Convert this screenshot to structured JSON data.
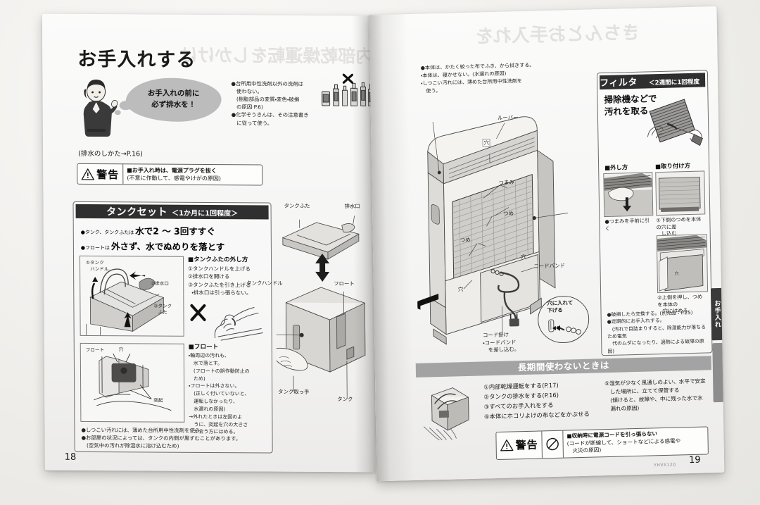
{
  "document": {
    "type": "instruction-manual-spread",
    "language": "ja"
  },
  "left_page": {
    "number": "18",
    "title": "お手入れする",
    "mascot_bubble": "お手入れの前に\n必ず排水を！",
    "bubble_line1": "お手入れの前に",
    "bubble_line2": "必ず排水を！",
    "notes": [
      "●台所用中性洗剤以外の洗剤は",
      "　使わない。",
      "　(樹脂部品の変質・変色・破損",
      "　の原因·P.6)",
      "●化学ぞうきんは、その注意書き",
      "　に従って使う。"
    ],
    "drain_ref": "(排水のしかた→P.16)",
    "warning": {
      "label": "警告",
      "line1": "■お手入れ時は、電源プラグを抜く",
      "line2": "(不意に作動して、感電やけがの原因)"
    },
    "tank_section": {
      "header_main": "タンクセット",
      "header_sub": "＜1か月に1回程度＞",
      "bullet1_small": "●タンク、タンクふたは",
      "bullet1_big": "水で2 ～ 3回すすぐ",
      "bullet2_small": "●フロートは",
      "bullet2_big": "外さず、水でぬめりを落とす",
      "lid_removal": {
        "heading": "■タンクふたの外し方",
        "steps": [
          "①タンクハンドルを上げる",
          "②排水口を開ける",
          "③タンクふたを引き上げる",
          "・排水口は引っ張らない。"
        ]
      },
      "fig_labels": {
        "l1": "①タンク",
        "l1b": "ハンドル",
        "l2": "②排水口",
        "l3": "③タンク",
        "l3b": "ふた"
      },
      "float": {
        "heading": "■フロート",
        "lines": [
          "・軸周辺の汚れも、",
          "　水で落とす。",
          "　(フロートの誤作動防止の",
          "　ため)",
          "・フロートは外さない。",
          "　(正しく付いていないと、",
          "　運転しなかったり、",
          "　水漏れの原因)",
          "→外れたときは左図のよ",
          "　うに、突起を穴の大きさ",
          "　が合う方にはめる。"
        ],
        "fig_label_1": "フロート",
        "fig_label_2": "穴",
        "fig_label_3": "突起"
      },
      "footer_notes": [
        "●しつこい汚れには、薄めた台所用中性洗剤を使う。",
        "●お部屋の状況によっては、タンクの内側が黒ずむことがあります。",
        "　(空気中の汚れが除湿水に溶け込むため)"
      ]
    },
    "tank_diagram_labels": {
      "lid": "タンクふた",
      "drain_port": "排水口",
      "handle": "タンクハンドル",
      "float": "フロート",
      "grip": "タンク取っ手",
      "tank": "タンク"
    }
  },
  "right_page": {
    "number": "19",
    "model_code": "YHVX120",
    "side_tab": "お手入れ",
    "body_notes": [
      "●本体は、かたく絞った布でふき、から拭きする。",
      "・本体は、寝かせない。(水漏れの原因)",
      "・しつこい汚れには、薄めた台所用中性洗剤を",
      "　使う。"
    ],
    "unit_labels": {
      "louver": "ルーバー",
      "hole": "穴",
      "knob": "つまみ",
      "claw": "つめ",
      "cord_band": "コードバンド",
      "cord_hook_1": "コード掛け",
      "cord_hook_2": "・コードバンド",
      "cord_hook_3": "　を差し込む。",
      "callout_1": "穴に入れて",
      "callout_2": "下げる"
    },
    "filter_section": {
      "header_main": "フィルター",
      "header_sub": "＜2週間に1回程度＞",
      "lead_1": "掃除機などで",
      "lead_2": "汚れを取る",
      "remove_heading": "■外し方",
      "remove_caption": "●つまみを手前に引く",
      "attach_heading": "■取り付け方",
      "attach_caption_1": "①下側のつめを本体の穴に差",
      "attach_caption_1b": "　し込む",
      "attach_caption_2": "②上側を押し、つめを本体の",
      "attach_caption_2b": "　穴にはめる",
      "notes": [
        "●破損したら交換する。(別売品：P.25)",
        "●定期的にお手入れする。",
        "　(汚れで目詰まりすると、除湿能力が落ちるため電気",
        "　代のムダになったり、過熱による故障の原因)"
      ]
    },
    "longterm_section": {
      "header": "長期間使わないときは",
      "items_left": [
        "①内部乾燥運転をする(P.17)",
        "②タンクの排水をする(P.16)",
        "③すべてのお手入れをする",
        "④本体にホコリよけの布などをかぶせる"
      ],
      "items_right": [
        "⑤湿気が少なく風通しのよい、水平で安定",
        "　した場所に、立てて保管する",
        "　(傾けると、故障や、中に残った水で水",
        "　漏れの原因)"
      ]
    },
    "warning": {
      "label": "警告",
      "icon": "prohibition-icon",
      "line1": "■収納時に電源コードを引っ張らない",
      "line2": "(コードが断線して、ショートなどによる感電や",
      "line3": "　火災の原因)"
    }
  },
  "colors": {
    "bar_dark": "#2f2f2f",
    "bar_grey": "#a3a3a3",
    "bubble": "#bcbcbc",
    "paper": "#fbfbfa",
    "ink": "#151515"
  }
}
